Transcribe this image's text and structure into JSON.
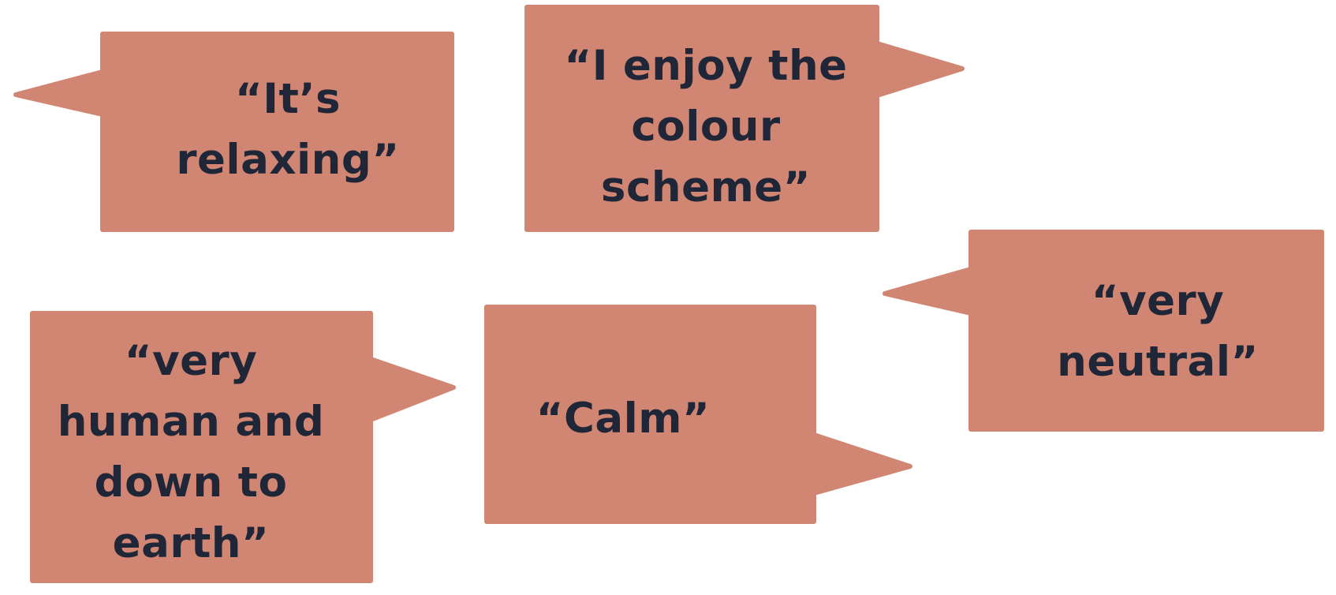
{
  "colors": {
    "bubble_fill": "#d08672",
    "text": "#1f2638",
    "background": "#ffffff"
  },
  "quotes": [
    {
      "text": "“It’s relaxing”",
      "tail": "left"
    },
    {
      "text": "“I enjoy the colour scheme”",
      "tail": "right"
    },
    {
      "text": "“very neutral”",
      "tail": "left"
    },
    {
      "text": "“very human and down to earth”",
      "tail": "right"
    },
    {
      "text": "“Calm”",
      "tail": "bottom-right"
    }
  ]
}
